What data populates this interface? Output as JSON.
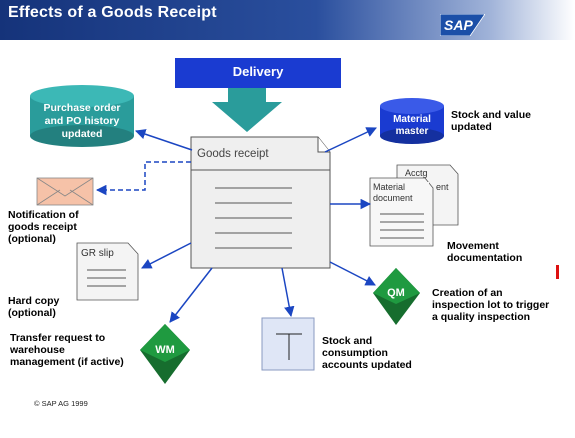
{
  "header": {
    "title": "Effects of a Goods Receipt",
    "logo": "SAP"
  },
  "delivery": {
    "label": "Delivery"
  },
  "goods_receipt": {
    "label": "Goods receipt"
  },
  "purchase_order": {
    "label": "Purchase order and PO history updated"
  },
  "material_master": {
    "label": "Material master",
    "caption": "Stock and value updated"
  },
  "notification": {
    "caption": "Notification of goods receipt (optional)"
  },
  "documents": {
    "back_label": "Acctg",
    "back_label_suffix": "ent",
    "front_label": "Material document",
    "caption": "Movement documentation"
  },
  "gr_slip": {
    "label": "GR slip",
    "caption": "Hard copy (optional)"
  },
  "qm": {
    "label": "QM",
    "caption": "Creation of an inspection lot to trigger a quality inspection"
  },
  "wm": {
    "label": "WM",
    "caption": "Transfer request to warehouse management (if active)"
  },
  "stock": {
    "caption": "Stock and consumption accounts updated"
  },
  "footer": {
    "copyright": "SAP AG 1999"
  },
  "colors": {
    "teal": "#2a9c9b",
    "blue": "#1a3bd1",
    "green": "#1d8a3a",
    "arrow": "#1b46c2"
  },
  "icons": [
    "envelope-icon",
    "t-account-icon",
    "cylinder-icon"
  ]
}
